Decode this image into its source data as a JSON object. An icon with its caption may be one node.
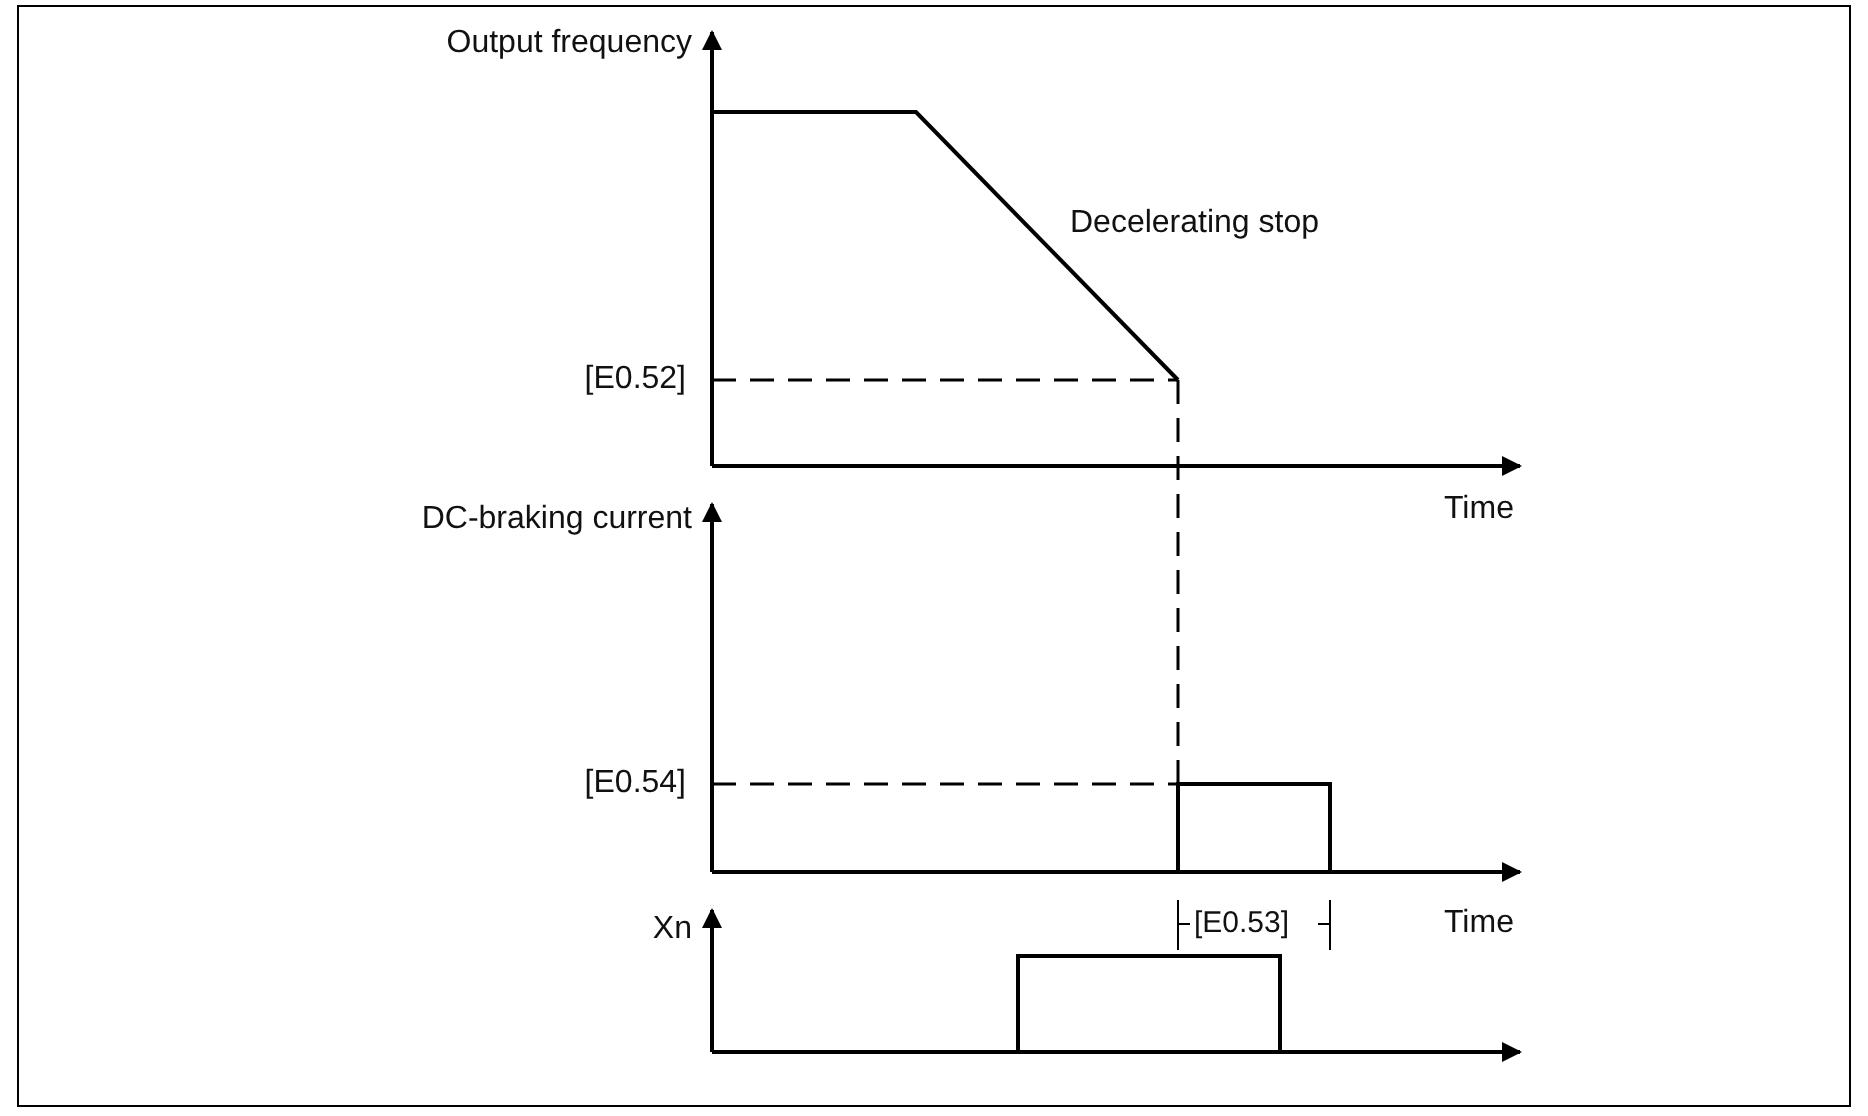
{
  "diagram": {
    "labels": [
      "Output frequency",
      "Decelerating stop",
      "[E0.52]",
      "Time",
      "DC-braking current",
      "[E0.54]",
      "[E0.53]",
      "Time",
      "Xn"
    ]
  }
}
